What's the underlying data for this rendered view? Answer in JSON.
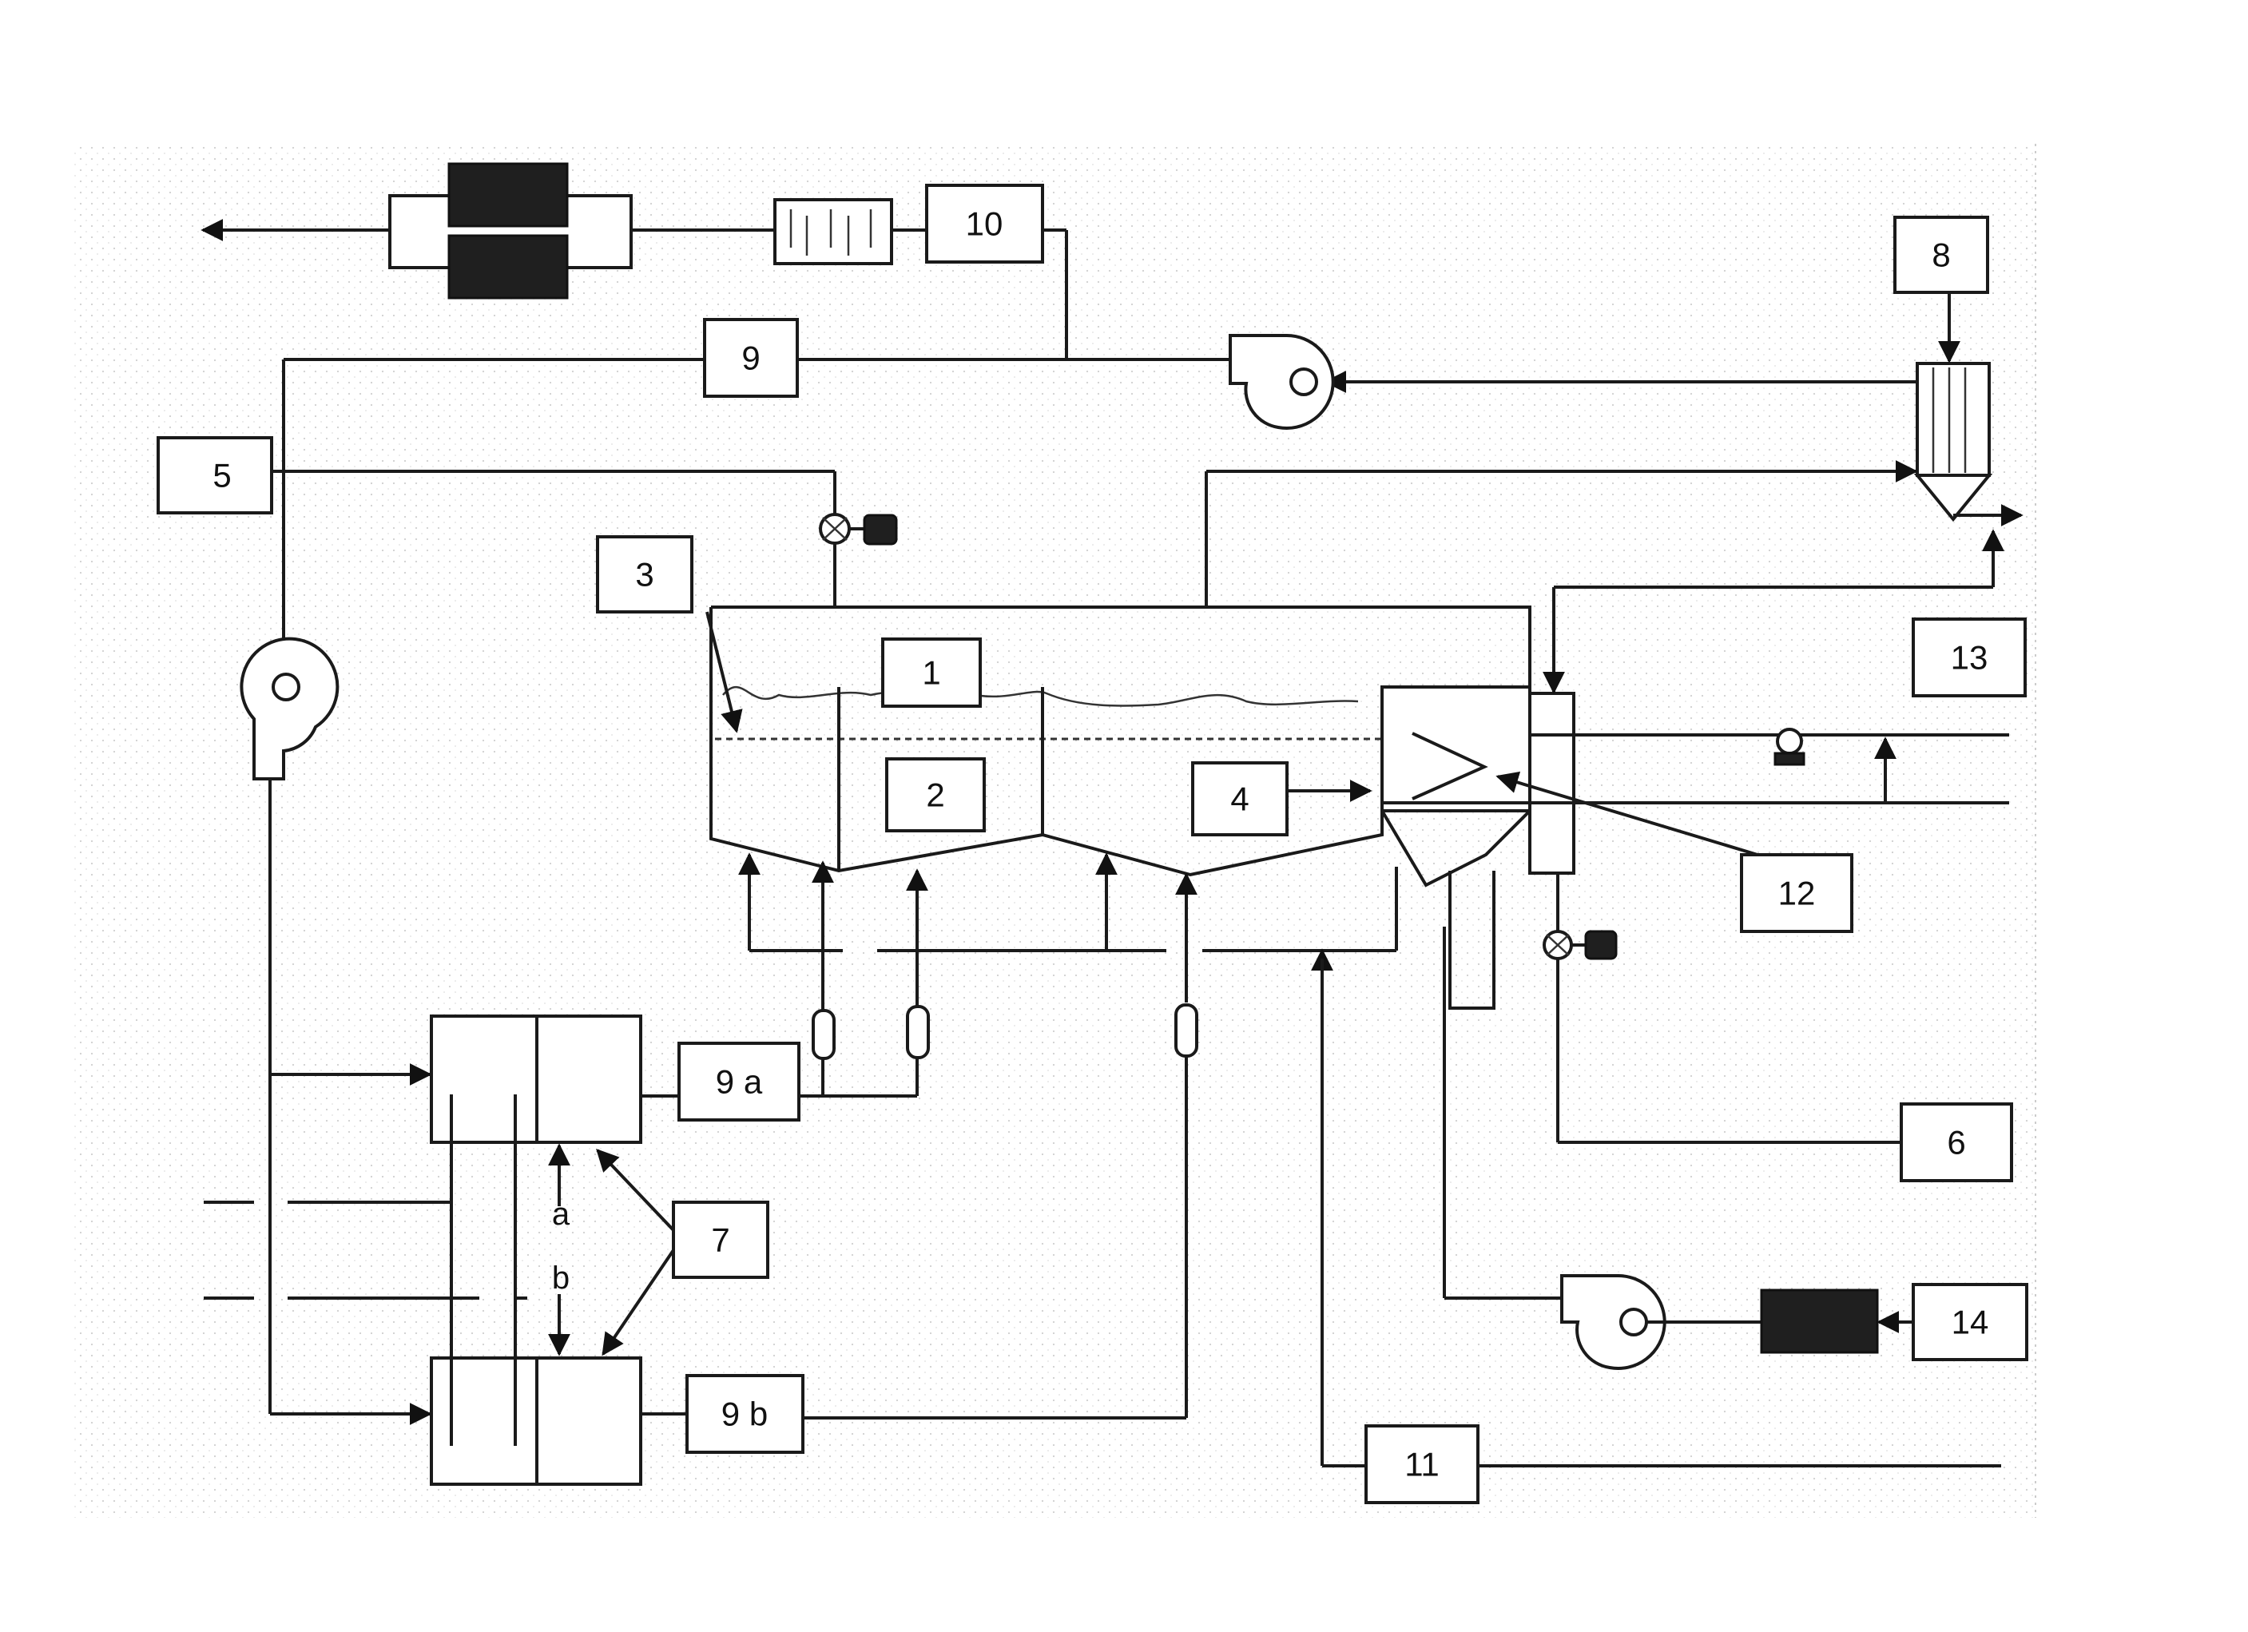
{
  "labels": {
    "l1": "1",
    "l2": "2",
    "l3": "3",
    "l4": "4",
    "l5": "5",
    "l6": "6",
    "l7": "7",
    "l8": "8",
    "l9": "9",
    "l9a": "9 a",
    "l9b": "9 b",
    "l10": "10",
    "l11": "11",
    "l12": "12",
    "l13": "13",
    "l14": "14",
    "la": "a",
    "lb": "b"
  },
  "icons": {
    "fan": "centrifugal-fan-icon",
    "valve": "motorized-valve-icon",
    "pump": "pump-icon",
    "filter": "activated-carbon-filter-icon",
    "silencer": "silencer-icon",
    "cyclone": "cyclone-separator-icon"
  },
  "colors": {
    "line": "#1a1a1a",
    "dark_fill": "#1f1f1f",
    "background": "#ffffff"
  }
}
